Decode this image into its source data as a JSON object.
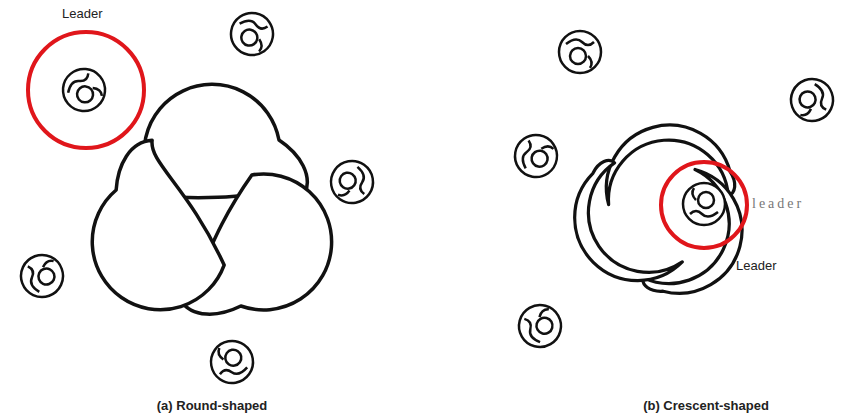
{
  "diagram": {
    "labels": [
      "Leader",
      "leader",
      "Leader",
      "(a) Round-shaped",
      "(b) Crescent-shaped"
    ]
  }
}
